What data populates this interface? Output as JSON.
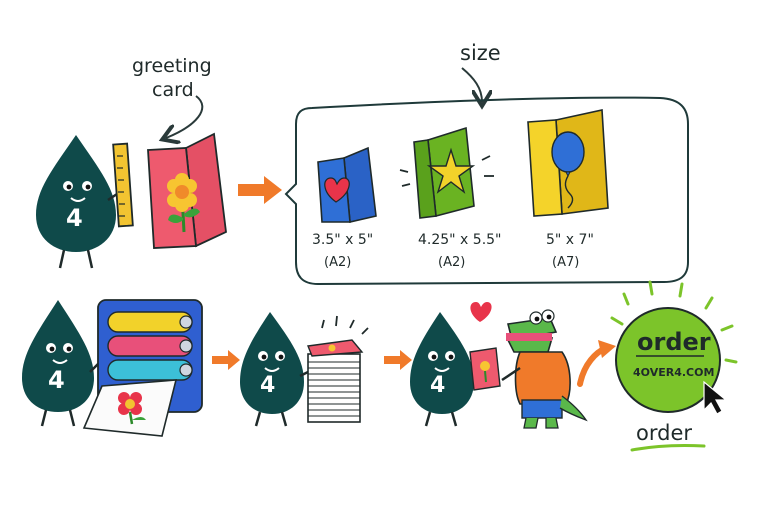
{
  "labels": {
    "greeting_card_line1": "greeting",
    "greeting_card_line2": "card",
    "size_heading": "size",
    "mascot_number": "4"
  },
  "sizes": [
    {
      "dims": "3.5\" x 5\"",
      "code": "(A2)",
      "card_color": "#2f6fd6",
      "icon": "heart-icon"
    },
    {
      "dims": "4.25\" x 5.5\"",
      "code": "(A2)",
      "card_color": "#7cc42a",
      "icon": "star-icon"
    },
    {
      "dims": "5\" x 7\"",
      "code": "(A7)",
      "card_color": "#f4d32a",
      "icon": "balloon-icon"
    }
  ],
  "order_badge": {
    "word": "order",
    "site": "4OVER4.COM",
    "caption": "order"
  },
  "colors": {
    "mascot": "#0f4a4a",
    "arrow": "#f07a2a",
    "card_pink": "#ee5a6e",
    "badge_green": "#7cc42a",
    "printer_blue": "#2f5fd0",
    "croc_green": "#5ab84a",
    "croc_hoodie": "#f07a2a"
  }
}
